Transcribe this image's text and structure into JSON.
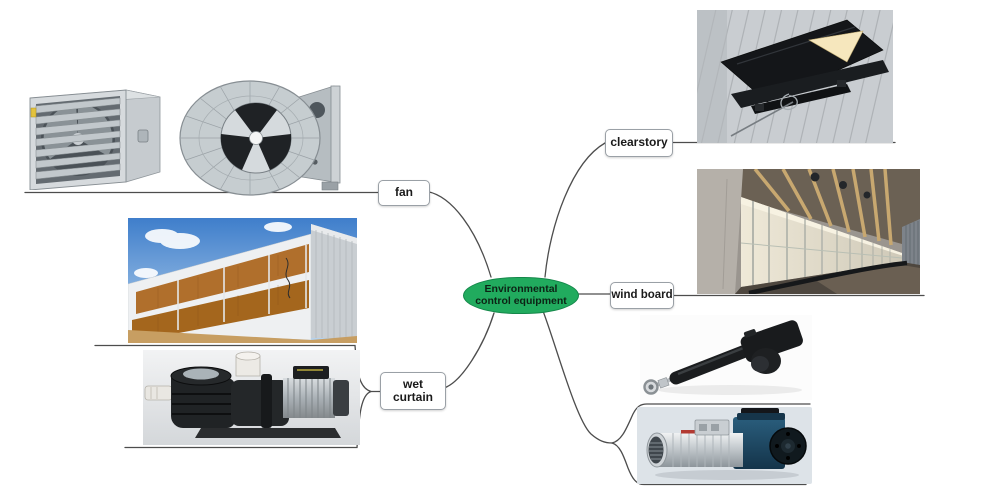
{
  "diagram": {
    "center": {
      "line1": "Environmental",
      "line2": "control equipment"
    },
    "nodes": {
      "fan": {
        "label": "fan"
      },
      "wet_curtain": {
        "line1": "wet",
        "line2": "curtain"
      },
      "clearstory": {
        "label": "clearstory"
      },
      "wind_board": {
        "label": "wind board"
      }
    }
  },
  "photos": {
    "box_fan": "box-exhaust-fan-photo",
    "cone_fan": "cone-fan-photo",
    "wet_curtain_wall": "wet-curtain-building-photo",
    "water_pump": "water-pump-photo",
    "clearstory_vent": "clearstory-ceiling-vent-photo",
    "wind_board_wall": "wind-board-interior-photo",
    "linear_actuator": "linear-actuator-photo",
    "gear_motor": "gear-motor-photo"
  },
  "colors": {
    "center_fill": "#21AB5E",
    "center_border": "#15874A",
    "node_border": "#9AA0A6",
    "connector": "#4D4D4D",
    "text": "#1A1A1A"
  }
}
